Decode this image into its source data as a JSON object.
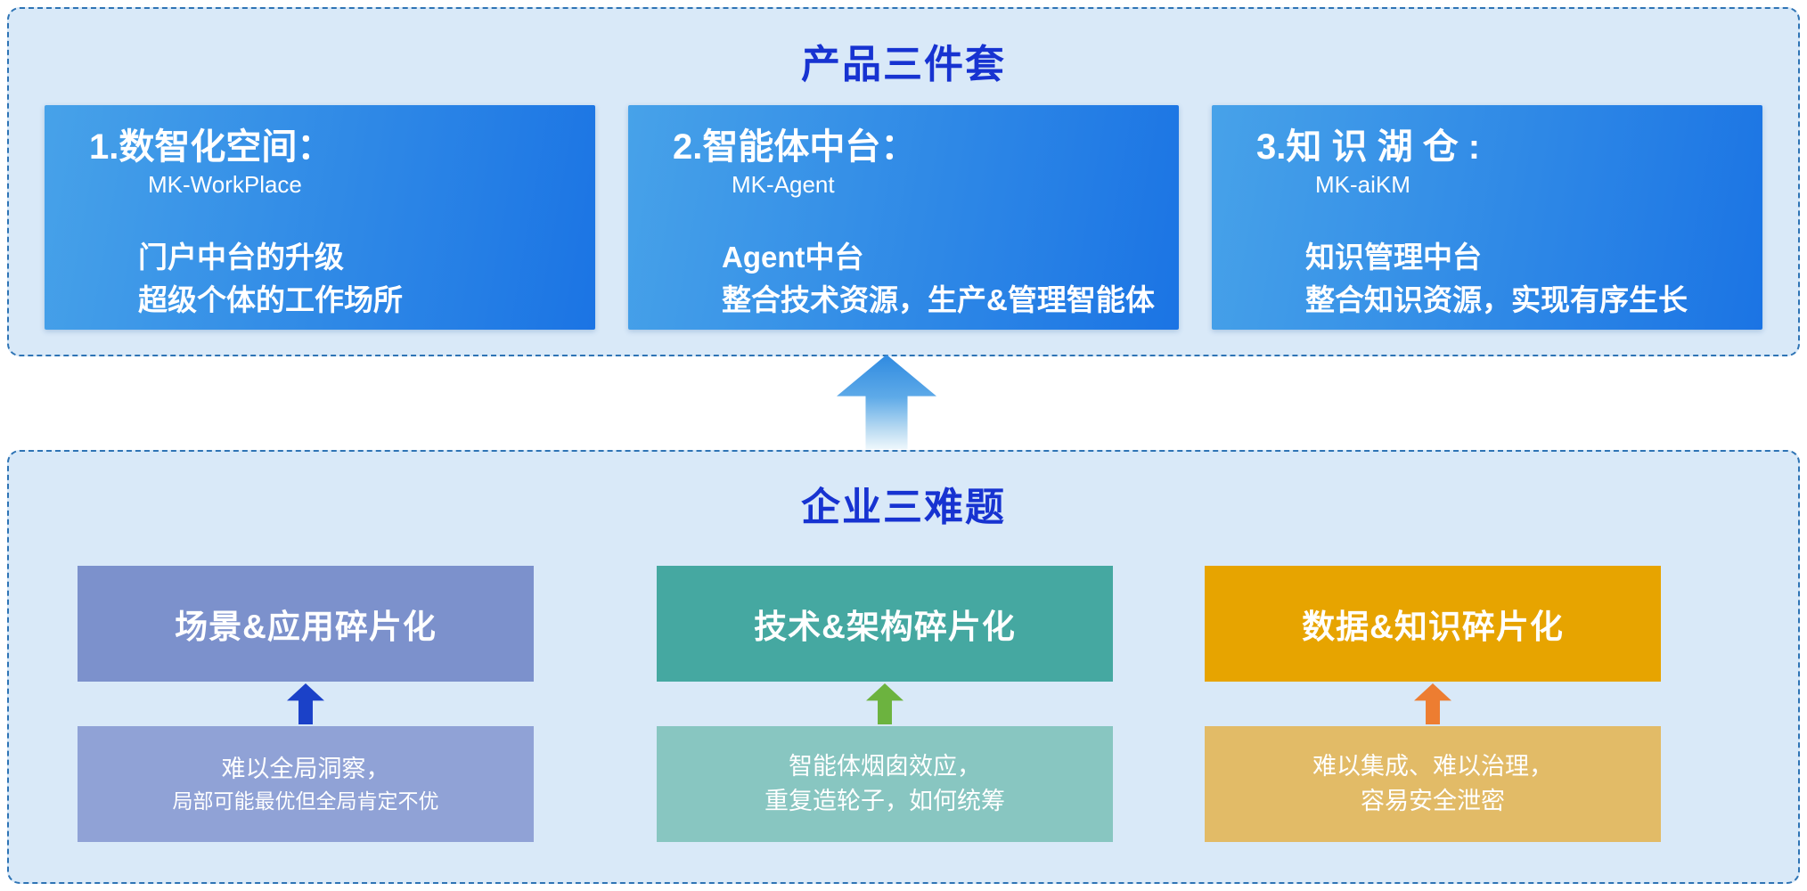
{
  "colors": {
    "panel_background": "#d9e9f8",
    "panel_border": "#2e74b5",
    "title_blue": "#1733d1",
    "product_card_gradient": "linear-gradient(100deg, #47a2e9 0%, #1b74e4 100%)",
    "big_arrow_gradient": "linear-gradient(to bottom, #2f8ae0 0%, #5eaae8 45%, #bcdcf2 80%, #eef7fc 100%)"
  },
  "top_panel": {
    "title": "产品三件套",
    "cards": [
      {
        "heading": "1.数智化空间：",
        "subheading": "MK-WorkPlace",
        "lines": [
          "门户中台的升级",
          "超级个体的工作场所"
        ]
      },
      {
        "heading": "2.智能体中台：",
        "subheading": "MK-Agent",
        "lines": [
          "Agent中台",
          "整合技术资源，生产&管理智能体"
        ]
      },
      {
        "heading": "3.知 识 湖 仓 :",
        "subheading": "MK-aiKM",
        "lines": [
          "知识管理中台",
          "整合知识资源，实现有序生长"
        ]
      }
    ]
  },
  "bottom_panel": {
    "title": "企业三难题",
    "problems": [
      {
        "heading": "场景&应用碎片化",
        "desc_lines": [
          "难以全局洞察，",
          "局部可能最优但全局肯定不优"
        ],
        "header_color": "#7c91cc",
        "desc_color": "#90a2d6",
        "accent": "#1b41c8"
      },
      {
        "heading": "技术&架构碎片化",
        "desc_lines": [
          "智能体烟囱效应，",
          "重复造轮子，如何统筹"
        ],
        "header_color": "#45a8a1",
        "desc_color": "#88c6c1",
        "accent": "#6cb33f"
      },
      {
        "heading": "数据&知识碎片化",
        "desc_lines": [
          "难以集成、难以治理，",
          "容易安全泄密"
        ],
        "header_color": "#e7a400",
        "desc_color": "#e2bb67",
        "accent": "#ed7d31"
      }
    ]
  }
}
